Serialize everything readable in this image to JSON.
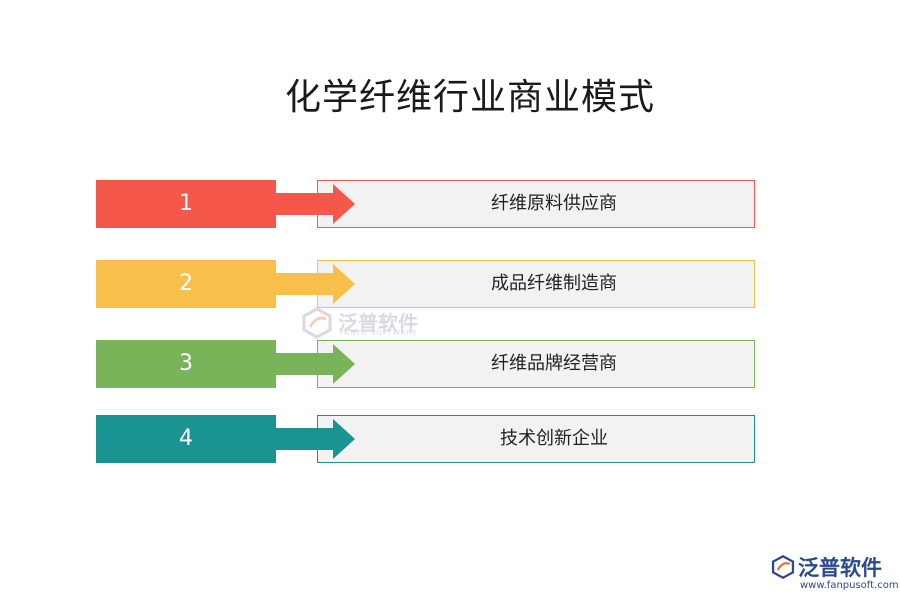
{
  "title": "化学纤维行业商业模式",
  "items": [
    {
      "number": "1",
      "label": "纤维原料供应商",
      "color": "#f5574a"
    },
    {
      "number": "2",
      "label": "成品纤维制造商",
      "color": "#f8c04a"
    },
    {
      "number": "3",
      "label": "纤维品牌经营商",
      "color": "#79b35a"
    },
    {
      "number": "4",
      "label": "技术创新企业",
      "color": "#1a9393"
    }
  ],
  "watermark": {
    "brand": "泛普软件",
    "sub": "FANPU SOFTWARE",
    "url": "www.fanpusoft.com",
    "icon": "fanpu-logo-icon"
  }
}
